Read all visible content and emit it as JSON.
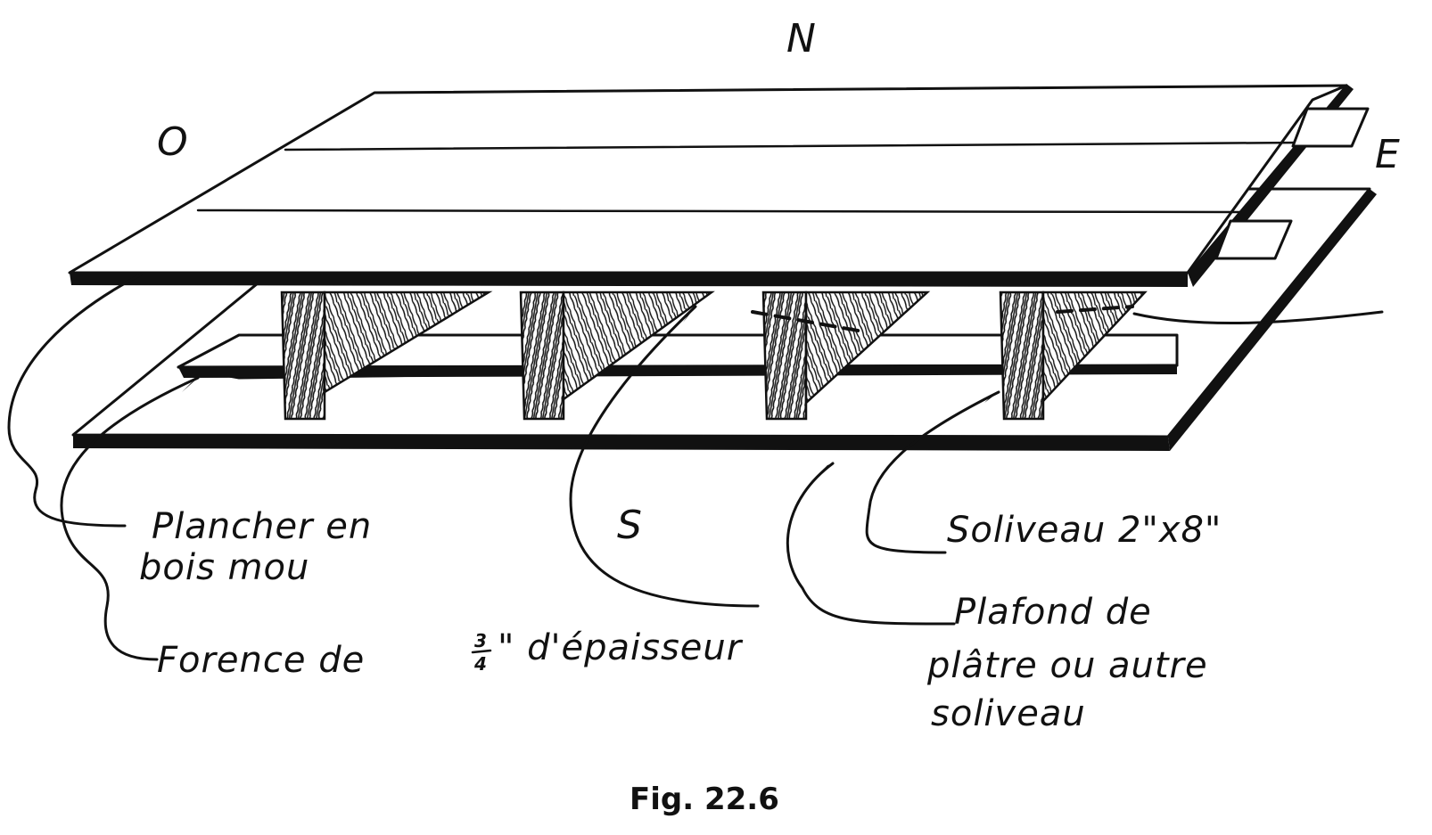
{
  "figure": {
    "compass": {
      "north": "N",
      "south": "S",
      "east": "E",
      "west": "O"
    },
    "labels": {
      "softwood_floor_line1": "Plancher en",
      "softwood_floor_line2": "bois mou",
      "subfloor_prefix": "Forence de",
      "subfloor_fraction_num": "3",
      "subfloor_fraction_den": "4",
      "subfloor_suffix": "\" d'épaisseur",
      "joist": "Soliveau 2\"x8\"",
      "ceiling_line1": "Plafond de",
      "ceiling_line2": "plâtre ou autre",
      "ceiling_line3": "soliveau"
    },
    "caption": "Fig. 22.6"
  }
}
